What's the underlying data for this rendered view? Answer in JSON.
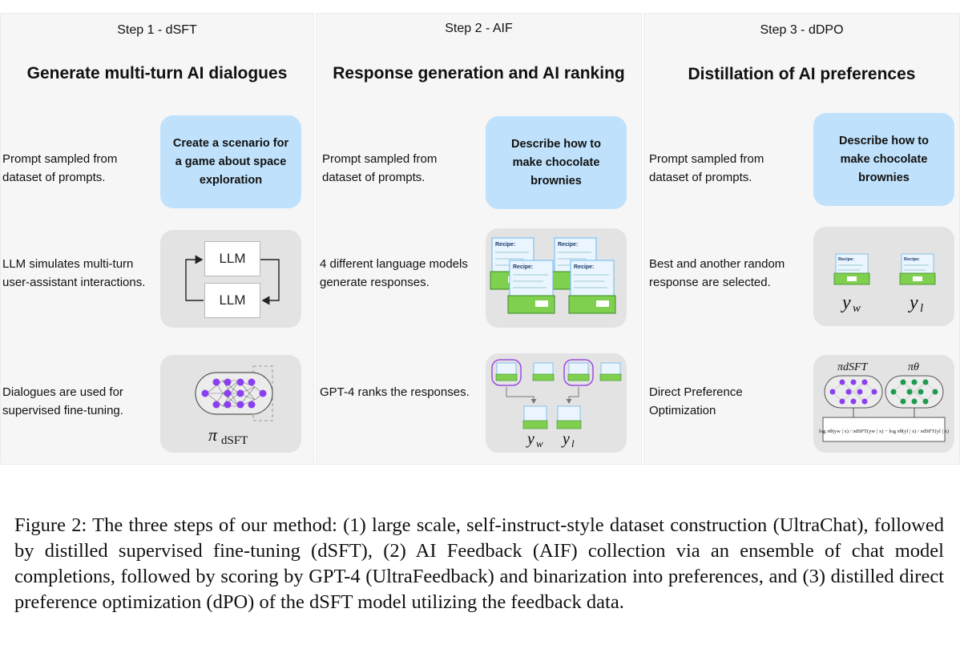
{
  "panels": [
    {
      "step": "Step 1 - dSFT",
      "heading": "Generate multi-turn AI dialogues",
      "row1_desc": "Prompt sampled from dataset of prompts.",
      "prompt": "Create a scenario for a game about space exploration",
      "row2_desc": "LLM simulates multi-turn user-assistant interactions.",
      "llm_label": "LLM",
      "row3_desc": "Dialogues are used for supervised fine-tuning.",
      "policy_label": "π",
      "policy_sub": "dSFT"
    },
    {
      "step": "Step 2 - AIF",
      "heading": "Response generation and AI ranking",
      "row1_desc": "Prompt sampled from dataset of prompts.",
      "prompt": "Describe how to make chocolate brownies",
      "row2_desc": "4 different language models generate responses.",
      "recipe_label": "Recipe:",
      "row3_desc": "GPT-4 ranks the responses.",
      "yw_base": "y",
      "yw_sub": "w",
      "yl_base": "y",
      "yl_sub": "l"
    },
    {
      "step": "Step 3 - dDPO",
      "heading": "Distillation of AI preferences",
      "row1_desc": "Prompt sampled from dataset of prompts.",
      "prompt": "Describe how to make chocolate brownies",
      "row2_desc": "Best and another random response are selected.",
      "row3_desc": "Direct Preference Optimization",
      "pi_dsft_label": "πdSFT",
      "pi_theta_label": "πθ",
      "loss_formula": "log πθ(yw | x) / πdSFT(yw | x) − log πθ(yl | x) / πdSFT(yl | x)"
    }
  ],
  "caption": "Figure 2: The three steps of our method: (1) large scale, self-instruct-style dataset construction (UltraChat), followed by distilled supervised fine-tuning (dSFT), (2) AI Feedback (AIF) collection via an ensemble of chat model completions, followed by scoring by GPT-4 (UltraFeedback) and binarization into preferences, and (3) distilled direct preference optimization (dPO) of the dSFT model utilizing the feedback data.",
  "colors": {
    "prompt_box": "#bfe1fb",
    "node_purple": "#8a3ff0",
    "node_green": "#1f9b4e",
    "recipe_green": "#7fd04f",
    "panel_bg": "#f6f6f6"
  }
}
